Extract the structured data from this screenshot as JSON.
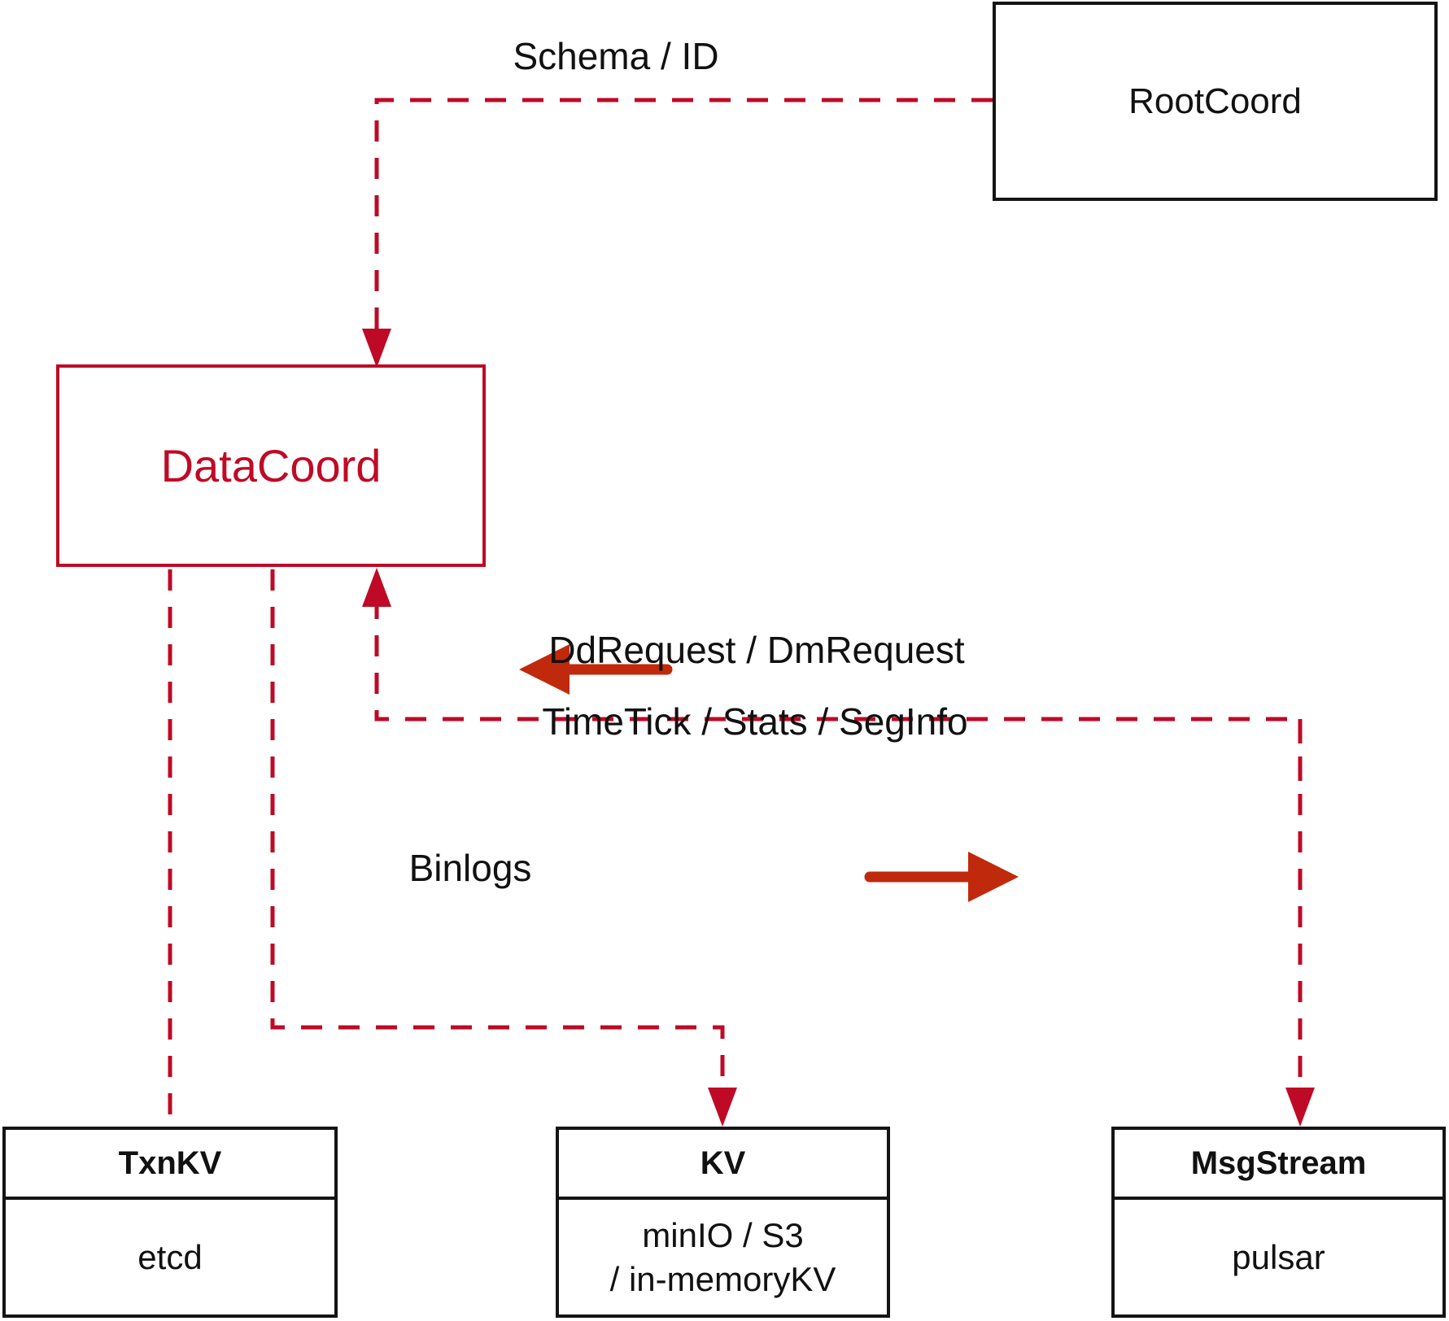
{
  "diagram": {
    "title": "DataCoord architecture",
    "colors": {
      "box_black": "#141414",
      "box_red": "#BE0A26",
      "dashed_red": "#BE0A26",
      "solid_arrow_red": "#C1290C",
      "text_black": "#111111",
      "datacoord_text": "#C00A26"
    },
    "nodes": {
      "rootcoord": {
        "label": "RootCoord"
      },
      "datacoord": {
        "label": "DataCoord"
      },
      "txnkv": {
        "title": "TxnKV",
        "body_lines": [
          "etcd"
        ]
      },
      "kv": {
        "title": "KV",
        "body_lines": [
          "minIO / S3",
          "/ in-memoryKV"
        ]
      },
      "msgstream": {
        "title": "MsgStream",
        "body_lines": [
          "pulsar"
        ]
      }
    },
    "edge_labels": {
      "schema_id": "Schema / ID",
      "dd_dm_request": "DdRequest / DmRequest",
      "timetick_stats_seginfo": "TimeTick / Stats / SegInfo",
      "binlogs": "Binlogs"
    },
    "connections": [
      {
        "from": "RootCoord",
        "to": "DataCoord",
        "label": "Schema / ID",
        "style": "dashed",
        "direction": "to-datacoord"
      },
      {
        "from": "MsgStream",
        "to": "DataCoord",
        "label": "DdRequest / DmRequest",
        "style": "solid-arrow",
        "direction": "left"
      },
      {
        "from": "DataCoord",
        "to": "MsgStream",
        "label": "TimeTick / Stats / SegInfo",
        "style": "solid-arrow",
        "direction": "right"
      },
      {
        "from": "DataCoord",
        "to": "KV",
        "label": "Binlogs",
        "style": "dashed",
        "direction": "to-kv"
      },
      {
        "from": "DataCoord",
        "to": "TxnKV",
        "label": "",
        "style": "dashed",
        "direction": "to-txnkv"
      },
      {
        "from": "DataCoord",
        "to": "MsgStream",
        "label": "",
        "style": "dashed",
        "direction": "to-msgstream"
      }
    ]
  }
}
